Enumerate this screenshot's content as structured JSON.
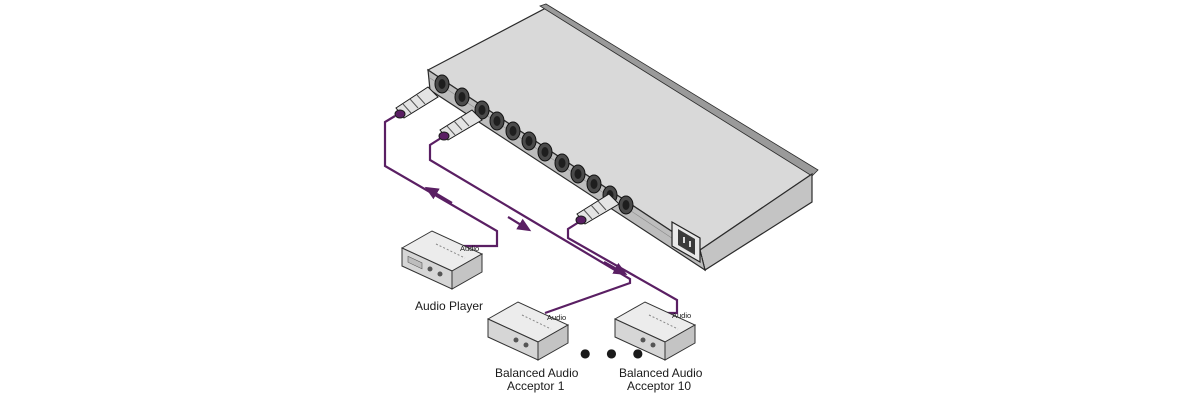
{
  "devices": {
    "player": {
      "audio_tag": "Audio",
      "caption": "Audio Player"
    },
    "acceptor1": {
      "audio_tag": "Audio",
      "caption_line1": "Balanced Audio",
      "caption_line2": "Acceptor 1"
    },
    "acceptor10": {
      "audio_tag": "Audio",
      "caption_line1": "Balanced Audio",
      "caption_line2": "Acceptor 10"
    }
  },
  "ellipsis": "● ● ●",
  "colors": {
    "cable": "#5a1f63",
    "chassis_top": "#d9d9d9",
    "chassis_side": "#c9c9c9",
    "chassis_front": "#bdbdbd",
    "outline": "#2b2b2b"
  }
}
